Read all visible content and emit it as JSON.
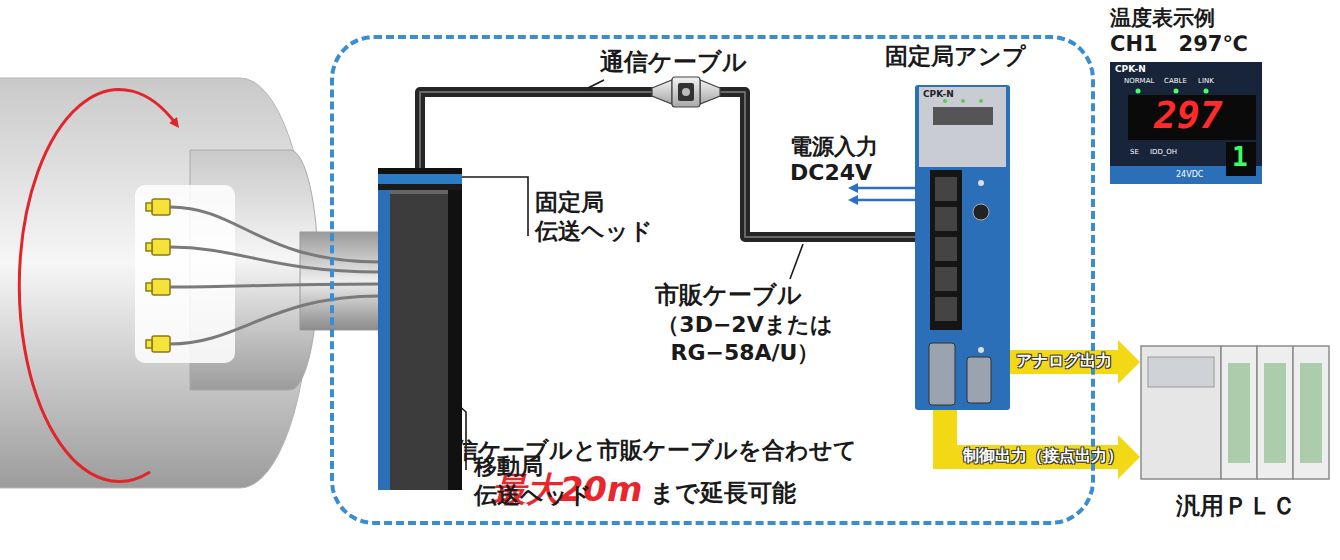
{
  "diagram": {
    "nodes": [
      {
        "text": [
          "通信ケーブルと市販ケーブルを合わせて",
          "最大20m",
          "まで延長可能"
        ]
      },
      {
        "text": [
          "固定局 伝送ヘッド"
        ],
        "in": 0
      },
      {
        "text": [
          "移動局 伝送ヘッド"
        ],
        "in": 0
      },
      {
        "text": [
          "固定局アンプ",
          "CPK-N"
        ],
        "in": 0
      },
      {
        "text": [
          "温度表示例",
          "CH1　297℃",
          "CPK-N",
          "NORMAL",
          "CABLE",
          "LINK",
          "297",
          "SE",
          "IDD_OH",
          "1",
          "24VDC"
        ]
      },
      {
        "text": [
          "汎用ＰＬＣ"
        ]
      }
    ],
    "edges": [
      {
        "from": 1,
        "to": 3,
        "arrow": "none"
      },
      {
        "from": 3,
        "to": 5,
        "label": "アナログ出力",
        "arrow": "to"
      },
      {
        "from": 3,
        "to": 5,
        "label": "制御出力（接点出力）",
        "arrow": "to"
      }
    ],
    "labels": [
      "通信ケーブル",
      "電源入力",
      "DC24V",
      "市販ケーブル",
      "（3D−2Vまたは RG−58A/U）"
    ]
  }
}
